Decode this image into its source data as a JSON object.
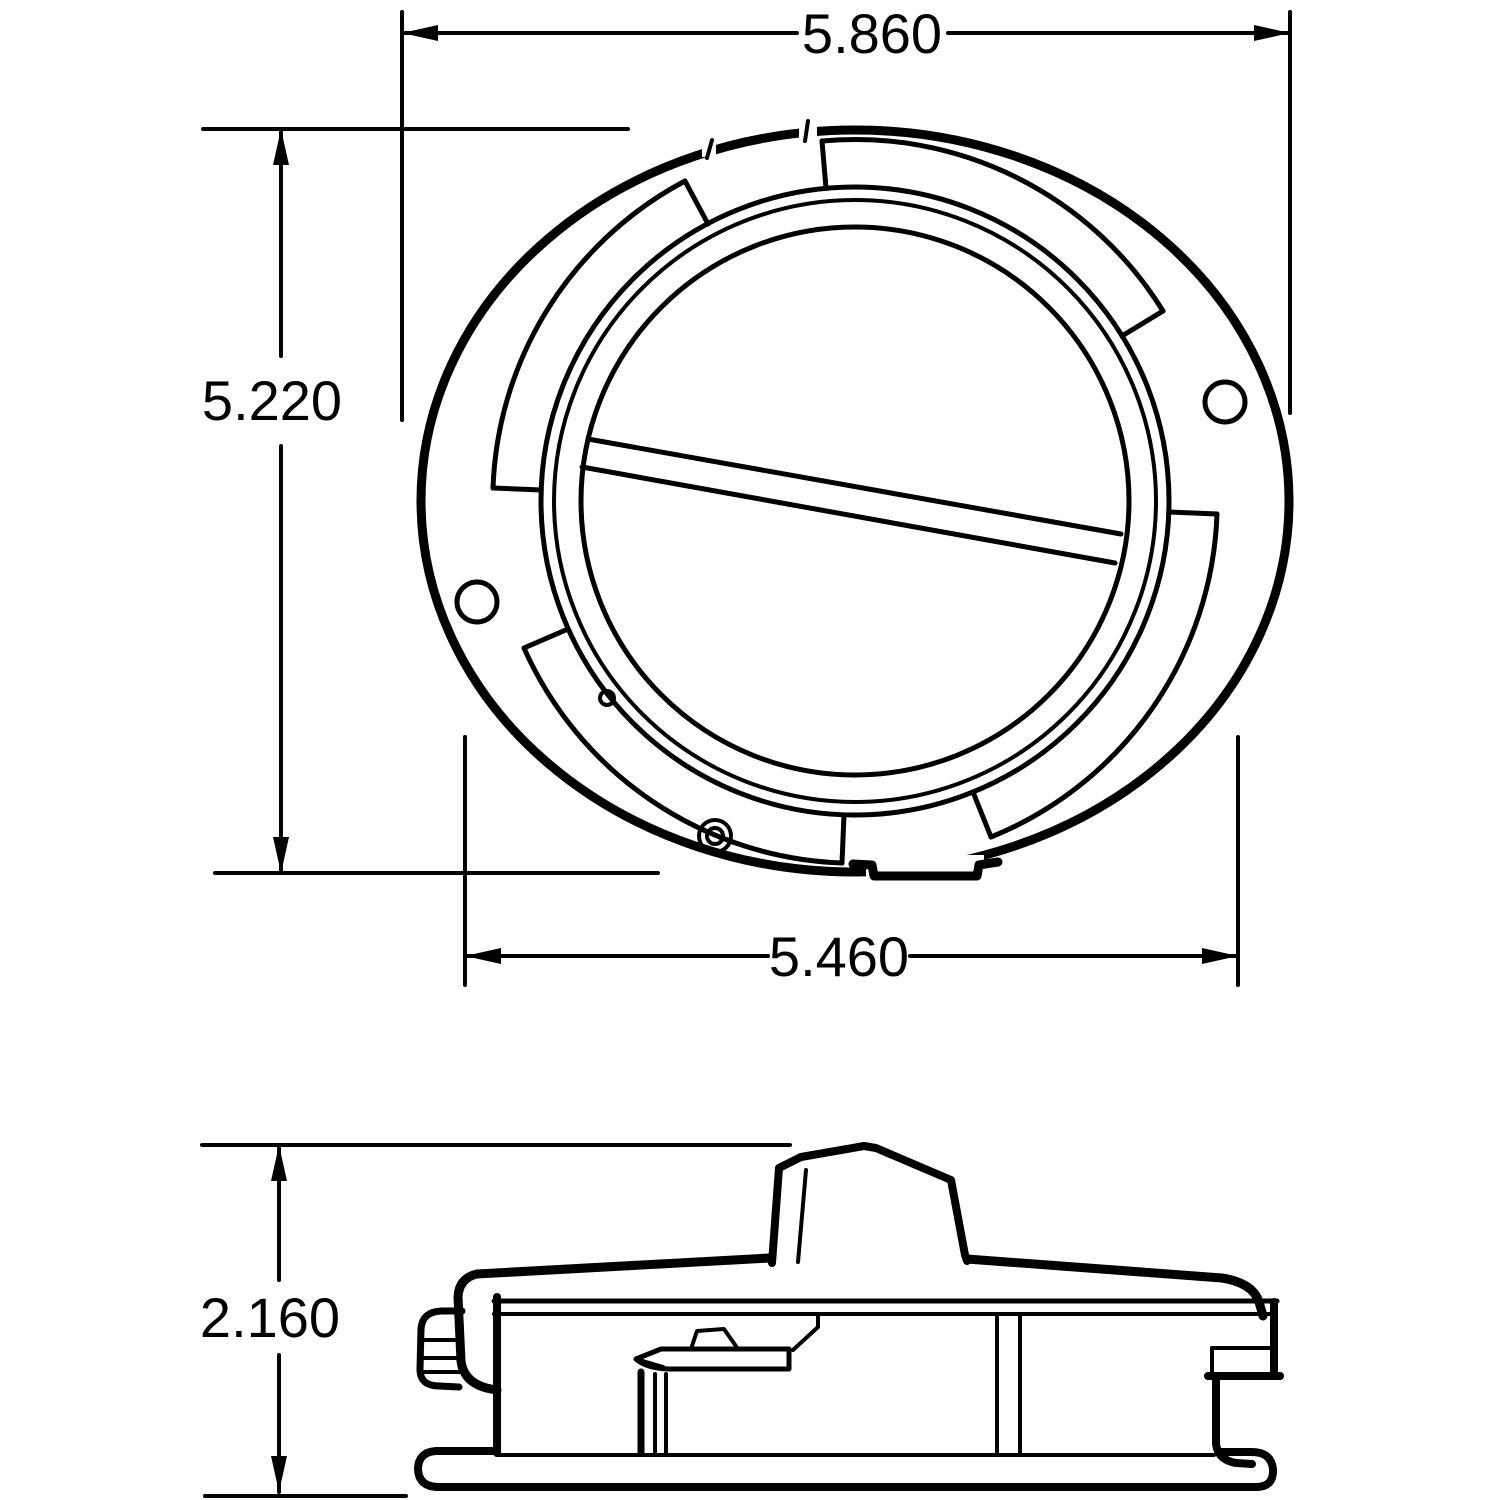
{
  "colors": {
    "line": "#000000",
    "background": "#ffffff"
  },
  "dimensions": {
    "top_width": {
      "value": "5.860"
    },
    "left_height": {
      "value": "5.220"
    },
    "bottom_width": {
      "value": "5.460"
    },
    "side_height": {
      "value": "2.160"
    }
  }
}
